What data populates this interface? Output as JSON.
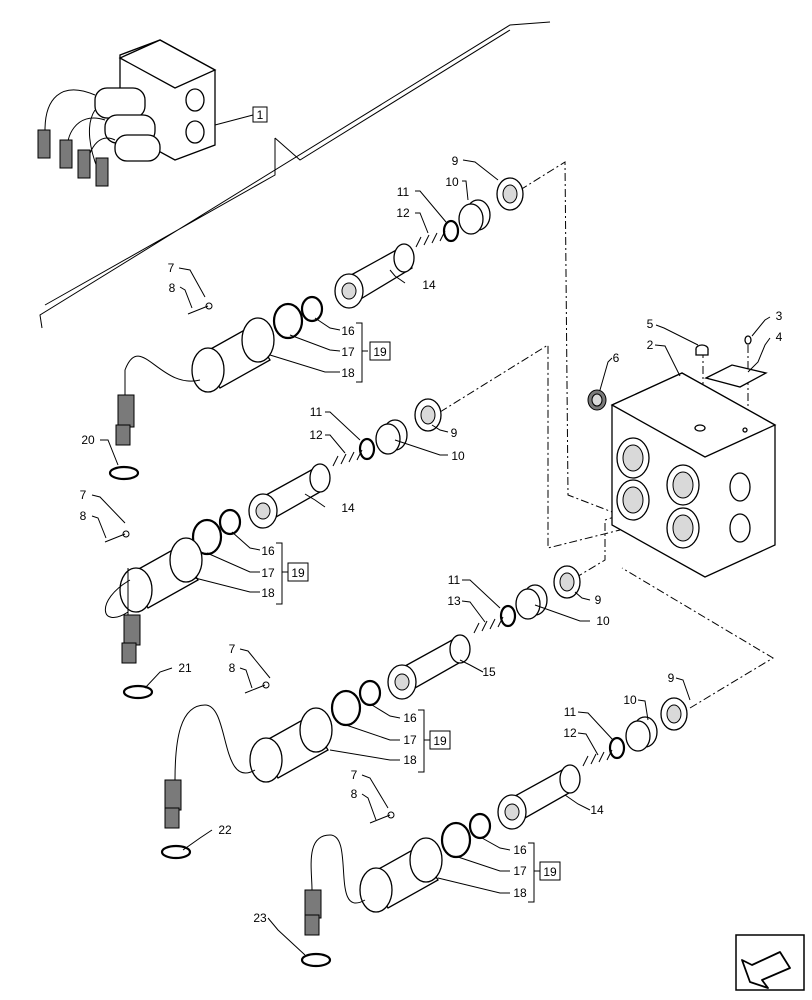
{
  "diagram": {
    "group_labels": [
      "1",
      "19",
      "19",
      "19",
      "19"
    ],
    "callouts": [
      {
        "id": "n9a",
        "text": "9"
      },
      {
        "id": "n10a",
        "text": "10"
      },
      {
        "id": "n11a",
        "text": "11"
      },
      {
        "id": "n12a",
        "text": "12"
      },
      {
        "id": "n14a",
        "text": "14"
      },
      {
        "id": "n7a",
        "text": "7"
      },
      {
        "id": "n8a",
        "text": "8"
      },
      {
        "id": "n16a",
        "text": "16"
      },
      {
        "id": "n17a",
        "text": "17"
      },
      {
        "id": "n18a",
        "text": "18"
      },
      {
        "id": "n20",
        "text": "20"
      },
      {
        "id": "n11b",
        "text": "11"
      },
      {
        "id": "n12b",
        "text": "12"
      },
      {
        "id": "n9b",
        "text": "9"
      },
      {
        "id": "n10b",
        "text": "10"
      },
      {
        "id": "n14b",
        "text": "14"
      },
      {
        "id": "n7b",
        "text": "7"
      },
      {
        "id": "n8b",
        "text": "8"
      },
      {
        "id": "n16b",
        "text": "16"
      },
      {
        "id": "n17b",
        "text": "17"
      },
      {
        "id": "n18b",
        "text": "18"
      },
      {
        "id": "n5",
        "text": "5"
      },
      {
        "id": "n3",
        "text": "3"
      },
      {
        "id": "n4",
        "text": "4"
      },
      {
        "id": "n2",
        "text": "2"
      },
      {
        "id": "n6",
        "text": "6"
      },
      {
        "id": "n11c",
        "text": "11"
      },
      {
        "id": "n13",
        "text": "13"
      },
      {
        "id": "n9c",
        "text": "9"
      },
      {
        "id": "n10c",
        "text": "10"
      },
      {
        "id": "n15",
        "text": "15"
      },
      {
        "id": "n7c",
        "text": "7"
      },
      {
        "id": "n8c",
        "text": "8"
      },
      {
        "id": "n21",
        "text": "21"
      },
      {
        "id": "n16c",
        "text": "16"
      },
      {
        "id": "n17c",
        "text": "17"
      },
      {
        "id": "n18c",
        "text": "18"
      },
      {
        "id": "n22",
        "text": "22"
      },
      {
        "id": "n9d",
        "text": "9"
      },
      {
        "id": "n10d",
        "text": "10"
      },
      {
        "id": "n11d",
        "text": "11"
      },
      {
        "id": "n12d",
        "text": "12"
      },
      {
        "id": "n14d",
        "text": "14"
      },
      {
        "id": "n7d",
        "text": "7"
      },
      {
        "id": "n8d",
        "text": "8"
      },
      {
        "id": "n16d",
        "text": "16"
      },
      {
        "id": "n17d",
        "text": "17"
      },
      {
        "id": "n18d",
        "text": "18"
      },
      {
        "id": "n23",
        "text": "23"
      }
    ]
  }
}
